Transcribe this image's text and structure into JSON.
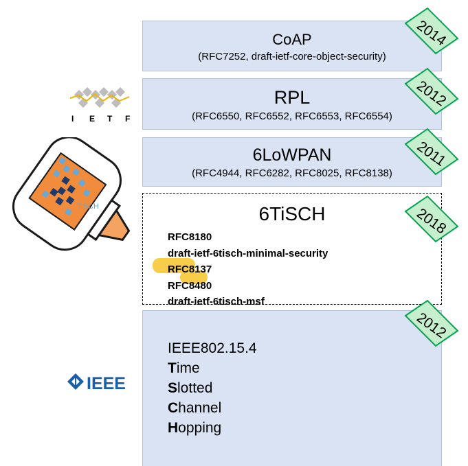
{
  "layers": {
    "coap": {
      "title": "CoAP",
      "refs": "(RFC7252, draft-ietf-core-object-security)",
      "year": "2014"
    },
    "rpl": {
      "title": "RPL",
      "refs": "(RFC6550, RFC6552, RFC6553, RFC6554)",
      "year": "2012"
    },
    "sixlowpan": {
      "title": "6LoWPAN",
      "refs": "(RFC4944, RFC6282, RFC8025, RFC8138)",
      "year": "2011"
    },
    "sixtisch": {
      "title": "6TiSCH",
      "year": "2018",
      "refs": [
        "RFC8180",
        "draft-ietf-6tisch-minimal-security",
        "RFC8137",
        "RFC8480",
        "draft-ietf-6tisch-msf"
      ]
    },
    "ieee": {
      "year": "2012",
      "standard": "IEEE802.15.4",
      "acronym": [
        {
          "letter": "T",
          "rest": "ime"
        },
        {
          "letter": "S",
          "rest": "lotted"
        },
        {
          "letter": "C",
          "rest": "hannel"
        },
        {
          "letter": "H",
          "rest": "opping"
        }
      ]
    }
  },
  "logos": {
    "ietf_letters": [
      "I",
      "E",
      "T",
      "F"
    ],
    "ieee_text": "IEEE",
    "tisch_text": "TiSCH"
  },
  "colors": {
    "layer_fill": "#dae3f3",
    "badge_fill": "#c6efce",
    "badge_border": "#00a650",
    "highlight": "#f7cd4a",
    "glue_tip": "#f4a460",
    "ieee_blue": "#1a5fa8"
  }
}
